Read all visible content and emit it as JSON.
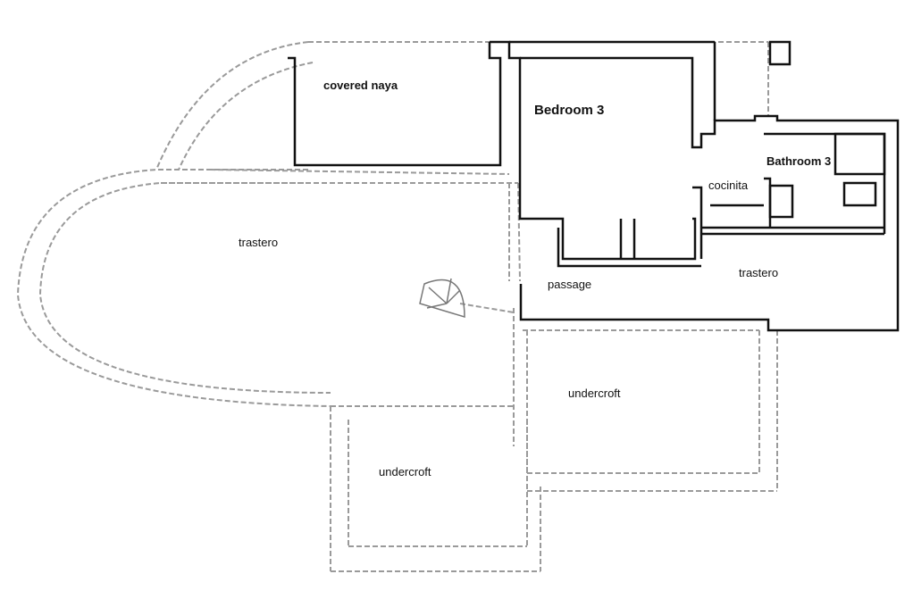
{
  "rooms": {
    "covered_naya": "covered naya",
    "bedroom_3": "Bedroom 3",
    "bathroom_3": "Bathroom 3",
    "cocinita": "cocinita",
    "trastero_left": "trastero",
    "trastero_right": "trastero",
    "passage": "passage",
    "undercroft_right": "undercroft",
    "undercroft_lower": "undercroft"
  },
  "colors": {
    "wall_dark": "#111111",
    "wall_faint": "#9a9a9a"
  }
}
